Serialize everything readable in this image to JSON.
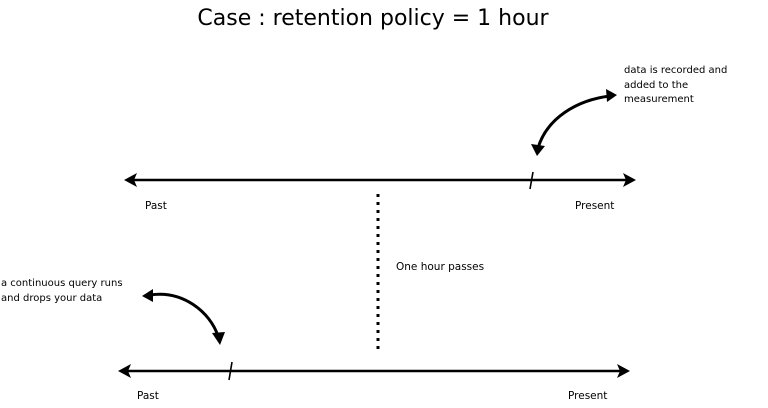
{
  "title": "Case : retention policy = 1 hour",
  "top_timeline": {
    "left_label": "Past",
    "right_label": "Present"
  },
  "bottom_timeline": {
    "left_label": "Past",
    "right_label": "Present"
  },
  "middle_label": "One hour passes",
  "top_note": {
    "lines": [
      "data is recorded and",
      "added to the",
      "measurement"
    ]
  },
  "bottom_note": {
    "lines": [
      "a continuous query runs",
      "and drops your data"
    ]
  },
  "colors": {
    "ink": "#000000",
    "background": "#ffffff"
  }
}
